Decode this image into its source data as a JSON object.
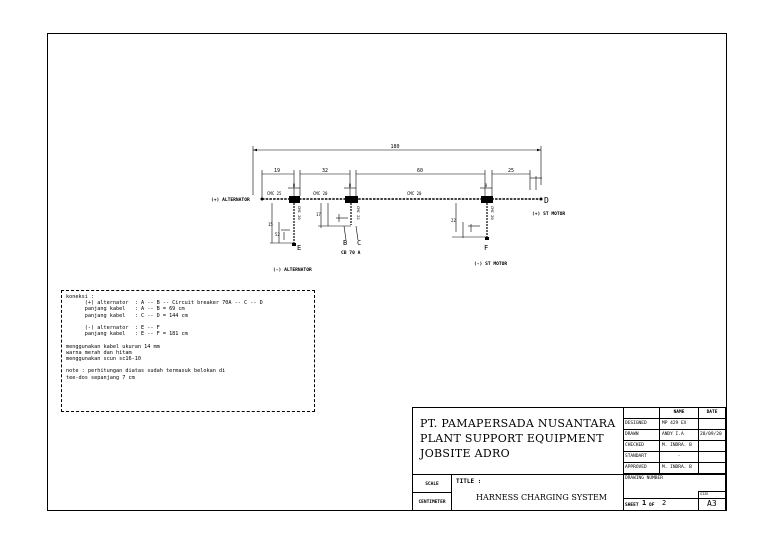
{
  "diagram": {
    "dimensions": {
      "total": "180",
      "d1": "19",
      "d2": "32",
      "d3": "60",
      "d4": "25",
      "small1": "8",
      "small2": "8",
      "small3": "8"
    },
    "labels": {
      "alt_pos": "(+) ALTERNATOR",
      "alt_neg": "(-) ALTERNATOR",
      "st_pos": "(+) ST MOTOR",
      "st_neg": "(-) ST MOTOR",
      "cb": "CB 70 A",
      "cmc1": "CMC 25",
      "cmc2": "CMC 20",
      "cmc3": "CMC 20",
      "cmc4": "CMC 20",
      "cmc5": "CMC 22",
      "cmc6": "CMC 20",
      "pt_b": "B",
      "pt_c": "C",
      "pt_d": "D",
      "pt_e": "E",
      "pt_f": "F",
      "v1": "15",
      "v2": "52",
      "v3": "17",
      "v4": "22"
    }
  },
  "notes": {
    "lines": [
      "koneksi :",
      "      (+) alternator  : A -- B -- Circuit breaker 70A -- C -- D",
      "      panjang kabel   : A -- B = 69 cm",
      "      panjang kabel   : C -- D = 144 cm",
      "",
      "      (-) alternator  : E -- F",
      "      panjang kabel   : E -- F = 181 cm",
      "",
      "menggunakan kabel ukuran 14 mm",
      "warna merah dan hitam",
      "menggunakan scun sc16-10",
      "",
      "note : perhitungan diatas sudah termasuk belokan di",
      "tee-dos sepanjang 7 cm"
    ]
  },
  "title_block": {
    "company": [
      "PT. PAMAPERSADA NUSANTARA",
      "PLANT SUPPORT EQUIPMENT",
      "JOBSITE ADRO"
    ],
    "header_name": "NAME",
    "header_date": "DATE",
    "rows": [
      {
        "role": "DESIGNED",
        "name": "MP 429 EX",
        "date": ""
      },
      {
        "role": "DRAWN",
        "name": "ANDY I.A",
        "date": "28/09/20"
      },
      {
        "role": "CHECKED",
        "name": "M. INDRA. B",
        "date": ""
      },
      {
        "role": "STANDART",
        "name": "-",
        "date": ""
      },
      {
        "role": "APPROVED",
        "name": "M. INDRA. B",
        "date": ""
      }
    ],
    "drawing_number_label": "DRAWING NUMBER",
    "scale_label": "SCALE",
    "unit_label": "CENTIMETER",
    "title_label": "TITLE :",
    "title": "HARNESS CHARGING SYSTEM",
    "sheet_label": "SHEET",
    "sheet_num": "1",
    "of_label": "OF",
    "sheet_total": "2",
    "size_label": "SIZE",
    "size": "A3"
  }
}
